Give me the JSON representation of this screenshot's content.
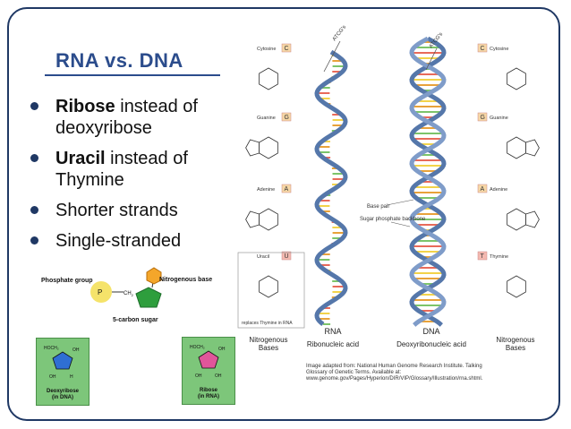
{
  "slide": {
    "title": "RNA vs. DNA",
    "bullets": [
      {
        "bold": "Ribose",
        "rest": " instead of deoxyribose"
      },
      {
        "bold": "Uracil",
        "rest": " instead of Thymine"
      },
      {
        "bold": "",
        "rest": "Shorter strands"
      },
      {
        "bold": "",
        "rest": "Single-stranded"
      }
    ]
  },
  "nucleotide": {
    "phosphate": "Phosphate group",
    "nitrogenous": "Nitrogenous  base",
    "sugar": "5-carbon sugar",
    "p_letter": "P",
    "ch2": "CH",
    "ch2_sub": "2"
  },
  "sugars": {
    "deoxy": {
      "line1": "Deoxyribose",
      "line2": "(in DNA)"
    },
    "ribose": {
      "line1": "Ribose",
      "line2": "(in RNA)"
    }
  },
  "helix": {
    "rna_caption": "RNA",
    "rna_sub": "Ribonucleic acid",
    "dna_caption": "DNA",
    "dna_sub": "Deoxyribonucleic acid",
    "label_left": "ATCG's",
    "label_right": "ATCG's",
    "base_pair": "Base pair",
    "sugar_backbone": "Sugar phosphate backbone",
    "left_bases_caption": "Nitrogenous Bases",
    "right_bases_caption": "Nitrogenous Bases",
    "replaces": "replaces Thymine in RNA"
  },
  "bases_left": [
    {
      "name": "Cytosine",
      "letter": "C"
    },
    {
      "name": "Guanine",
      "letter": "G"
    },
    {
      "name": "Adenine",
      "letter": "A"
    },
    {
      "name": "Uracil",
      "letter": "U"
    }
  ],
  "bases_right": [
    {
      "name": "Cytosine",
      "letter": "C"
    },
    {
      "name": "Guanine",
      "letter": "G"
    },
    {
      "name": "Adenine",
      "letter": "A"
    },
    {
      "name": "Thymine",
      "letter": "T"
    }
  ],
  "credit": "Image adapted from: National Human Genome Research Institute. Talking Glossary of Genetic Terms. Available at: www.genome.gov/Pages/Hyperion/DIR/VIP/Glossary/Illustration/rna.shtml.",
  "colors": {
    "frame": "#1f3864",
    "title": "#2b4c8c",
    "badge": "#f6d7a6",
    "badge_t": "#f4b9b0",
    "helix_blue": "#5577aa",
    "sugar_card": "#7dc67a"
  }
}
